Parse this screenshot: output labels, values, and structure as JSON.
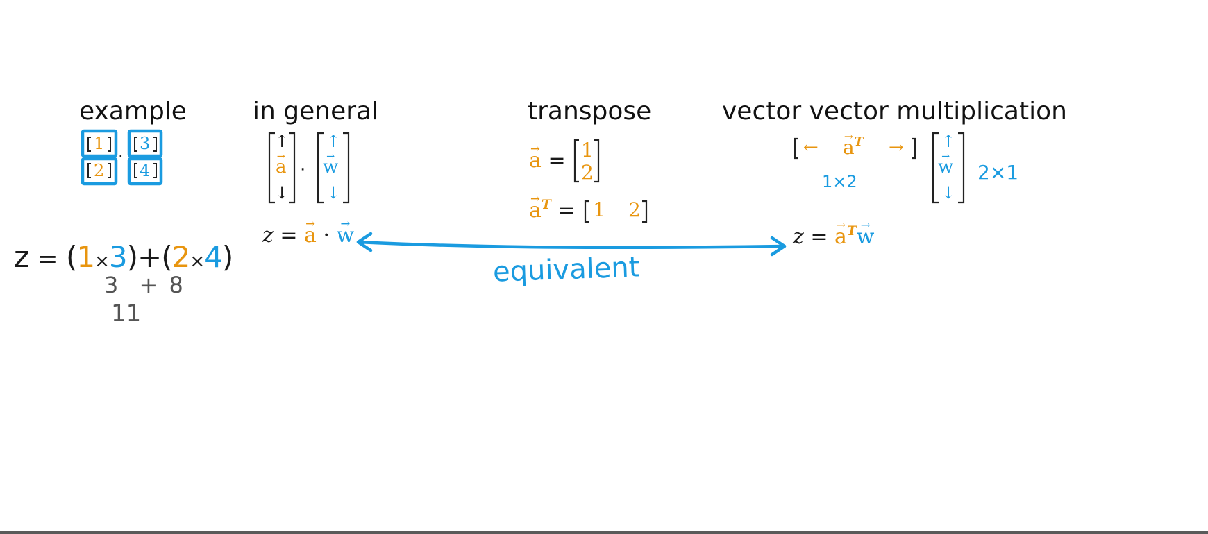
{
  "headings": {
    "example": "example",
    "in_general": "in general",
    "transpose": "transpose",
    "vvm": "vector vector multiplication"
  },
  "example": {
    "a_top": "1",
    "a_bottom": "2",
    "w_top": "3",
    "w_bottom": "4",
    "dot": "·",
    "eq_z": "z",
    "eq_equals": "=",
    "eq_1": "1",
    "eq_x1": "×",
    "eq_3": "3",
    "eq_plus": "+",
    "eq_2": "2",
    "eq_x2": "×",
    "eq_4": "4",
    "line2_3": "3",
    "line2_plus": "+",
    "line2_8": "8",
    "line3": "11"
  },
  "general": {
    "a_label": "a",
    "w_label": "w",
    "up": "↑",
    "down": "↓",
    "dot": "·",
    "z": "z",
    "equals": "=",
    "eq_a": "a",
    "eq_dot": "·",
    "eq_w": "w"
  },
  "transpose": {
    "a_label": "a",
    "equals": "=",
    "top": "1",
    "bottom": "2",
    "aT_label": "a",
    "T": "T",
    "equals2": "=",
    "row1": "1",
    "row2": "2"
  },
  "vvm": {
    "left_arrow": "←",
    "right_arrow": "→",
    "aT_label": "a",
    "T": "T",
    "w_label": "w",
    "up": "↑",
    "down": "↓",
    "dim1": "1×2",
    "dim2": "2×1",
    "z": "z",
    "equals": "=",
    "eq_a": "a",
    "eq_T": "T",
    "eq_w": "w"
  },
  "equivalent_label": "equivalent",
  "colors": {
    "orange": "#e8950f",
    "blue": "#1a9be0",
    "dark": "#1a1a1a",
    "gray": "#555555"
  }
}
